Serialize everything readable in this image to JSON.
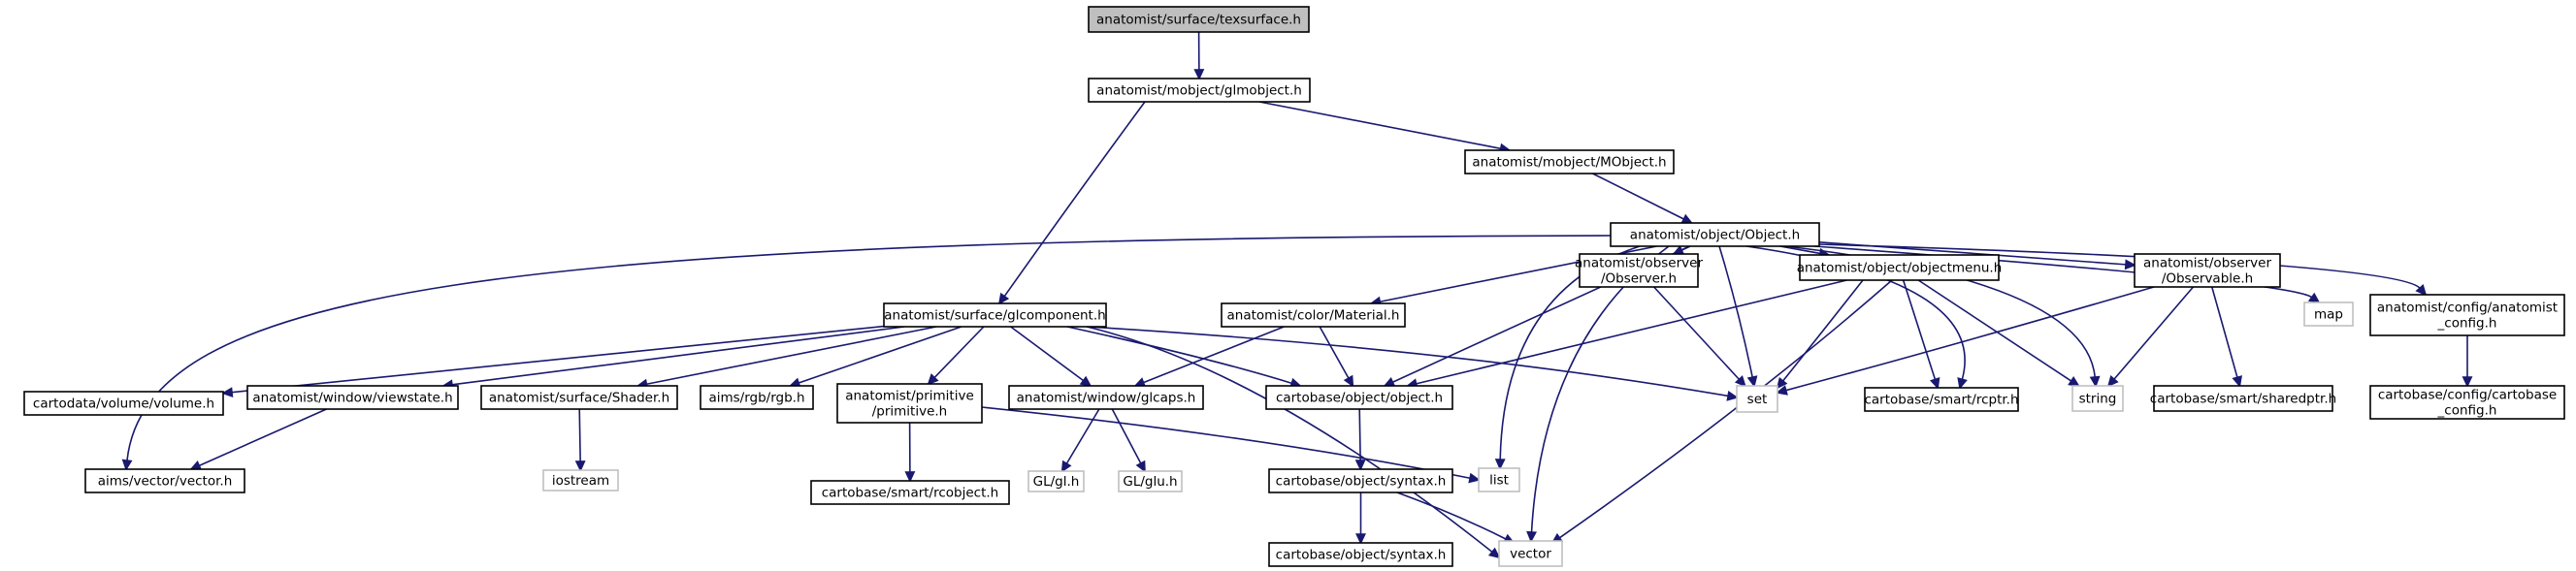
{
  "colors": {
    "root_fill": "#bfbfbf",
    "node_fill": "#ffffff",
    "node_stroke": "#000000",
    "external_stroke": "#bfbfbf",
    "edge": "#191970"
  },
  "nodes": [
    {
      "id": "texsurface",
      "lines": [
        "anatomist/surface/texsurface.h"
      ],
      "kind": "root"
    },
    {
      "id": "glmobject",
      "lines": [
        "anatomist/mobject/glmobject.h"
      ],
      "kind": "local"
    },
    {
      "id": "mobject",
      "lines": [
        "anatomist/mobject/MObject.h"
      ],
      "kind": "local"
    },
    {
      "id": "object",
      "lines": [
        "anatomist/object/Object.h"
      ],
      "kind": "local"
    },
    {
      "id": "glcomponent",
      "lines": [
        "anatomist/surface/glcomponent.h"
      ],
      "kind": "local"
    },
    {
      "id": "material",
      "lines": [
        "anatomist/color/Material.h"
      ],
      "kind": "local"
    },
    {
      "id": "observer",
      "lines": [
        "anatomist/observer",
        "/Observer.h"
      ],
      "kind": "local"
    },
    {
      "id": "objectmenu",
      "lines": [
        "anatomist/object/objectmenu.h"
      ],
      "kind": "local"
    },
    {
      "id": "observable",
      "lines": [
        "anatomist/observer",
        "/Observable.h"
      ],
      "kind": "local"
    },
    {
      "id": "map",
      "lines": [
        "map"
      ],
      "kind": "external"
    },
    {
      "id": "config",
      "lines": [
        "anatomist/config/anatomist",
        "_config.h"
      ],
      "kind": "local"
    },
    {
      "id": "volume",
      "lines": [
        "cartodata/volume/volume.h"
      ],
      "kind": "local"
    },
    {
      "id": "viewstate",
      "lines": [
        "anatomist/window/viewstate.h"
      ],
      "kind": "local"
    },
    {
      "id": "shader",
      "lines": [
        "anatomist/surface/Shader.h"
      ],
      "kind": "local"
    },
    {
      "id": "rgb",
      "lines": [
        "aims/rgb/rgb.h"
      ],
      "kind": "local"
    },
    {
      "id": "primitive",
      "lines": [
        "anatomist/primitive",
        "/primitive.h"
      ],
      "kind": "local"
    },
    {
      "id": "glcaps",
      "lines": [
        "anatomist/window/glcaps.h"
      ],
      "kind": "local"
    },
    {
      "id": "cbobject",
      "lines": [
        "cartobase/object/object.h"
      ],
      "kind": "local"
    },
    {
      "id": "set",
      "lines": [
        "set"
      ],
      "kind": "external"
    },
    {
      "id": "rcptr",
      "lines": [
        "cartobase/smart/rcptr.h"
      ],
      "kind": "local"
    },
    {
      "id": "string",
      "lines": [
        "string"
      ],
      "kind": "external"
    },
    {
      "id": "sharedptr",
      "lines": [
        "cartobase/smart/sharedptr.h"
      ],
      "kind": "local"
    },
    {
      "id": "cbconfig",
      "lines": [
        "cartobase/config/cartobase",
        "_config.h"
      ],
      "kind": "local"
    },
    {
      "id": "vector_h",
      "lines": [
        "aims/vector/vector.h"
      ],
      "kind": "local"
    },
    {
      "id": "iostream",
      "lines": [
        "iostream"
      ],
      "kind": "external"
    },
    {
      "id": "rcobject",
      "lines": [
        "cartobase/smart/rcobject.h"
      ],
      "kind": "local"
    },
    {
      "id": "list",
      "lines": [
        "list"
      ],
      "kind": "external"
    },
    {
      "id": "gl",
      "lines": [
        "GL/gl.h"
      ],
      "kind": "external"
    },
    {
      "id": "glu",
      "lines": [
        "GL/glu.h"
      ],
      "kind": "external"
    },
    {
      "id": "syntax1",
      "lines": [
        "cartobase/object/syntax.h"
      ],
      "kind": "local"
    },
    {
      "id": "syntax2",
      "lines": [
        "cartobase/object/syntax.h"
      ],
      "kind": "local"
    },
    {
      "id": "vector",
      "lines": [
        "vector"
      ],
      "kind": "external"
    }
  ],
  "edges": [
    [
      "texsurface",
      "glmobject"
    ],
    [
      "glmobject",
      "mobject"
    ],
    [
      "glmobject",
      "glcomponent"
    ],
    [
      "mobject",
      "object"
    ],
    [
      "object",
      "vector_h"
    ],
    [
      "object",
      "material"
    ],
    [
      "object",
      "cbobject"
    ],
    [
      "object",
      "observer"
    ],
    [
      "object",
      "objectmenu"
    ],
    [
      "object",
      "list"
    ],
    [
      "object",
      "set"
    ],
    [
      "object",
      "vector"
    ],
    [
      "object",
      "rcptr"
    ],
    [
      "object",
      "string"
    ],
    [
      "object",
      "observable"
    ],
    [
      "object",
      "map"
    ],
    [
      "object",
      "config"
    ],
    [
      "glcomponent",
      "volume"
    ],
    [
      "glcomponent",
      "viewstate"
    ],
    [
      "glcomponent",
      "shader"
    ],
    [
      "glcomponent",
      "rgb"
    ],
    [
      "glcomponent",
      "primitive"
    ],
    [
      "glcomponent",
      "glcaps"
    ],
    [
      "glcomponent",
      "cbobject"
    ],
    [
      "glcomponent",
      "set"
    ],
    [
      "glcomponent",
      "vector"
    ],
    [
      "material",
      "glcaps"
    ],
    [
      "material",
      "cbobject"
    ],
    [
      "observer",
      "set"
    ],
    [
      "objectmenu",
      "cbobject"
    ],
    [
      "objectmenu",
      "set"
    ],
    [
      "objectmenu",
      "rcptr"
    ],
    [
      "objectmenu",
      "string"
    ],
    [
      "objectmenu",
      "vector"
    ],
    [
      "observable",
      "set"
    ],
    [
      "observable",
      "string"
    ],
    [
      "observable",
      "sharedptr"
    ],
    [
      "config",
      "cbconfig"
    ],
    [
      "viewstate",
      "vector_h"
    ],
    [
      "shader",
      "iostream"
    ],
    [
      "primitive",
      "rcobject"
    ],
    [
      "primitive",
      "list"
    ],
    [
      "glcaps",
      "gl"
    ],
    [
      "glcaps",
      "glu"
    ],
    [
      "cbobject",
      "syntax1"
    ],
    [
      "syntax1",
      "syntax2"
    ],
    [
      "syntax1",
      "vector"
    ]
  ]
}
